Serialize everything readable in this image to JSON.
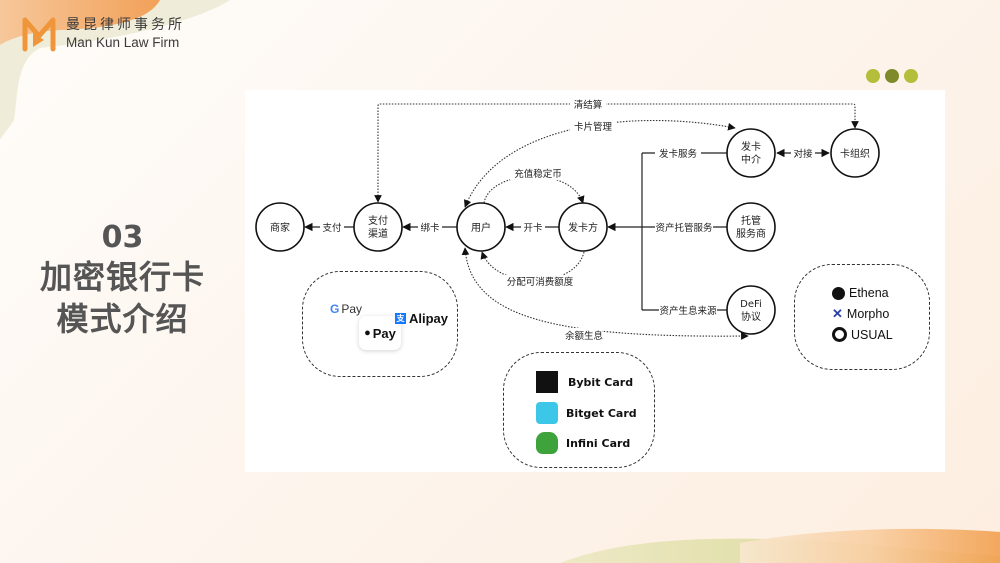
{
  "brand": {
    "name_cn": "曼昆律师事务所",
    "name_en": "Man Kun Law Firm",
    "logo_icon": "m-play-logo",
    "accent": "#f0963a"
  },
  "decor": {
    "dots": [
      "#b5be3b",
      "#7f8a2a",
      "#b5be3b"
    ]
  },
  "section": {
    "number": "03",
    "title_line1": "加密银行卡",
    "title_line2": "模式介绍"
  },
  "diagram": {
    "nodes": {
      "merchant": [
        "商家"
      ],
      "payment_channel": [
        "支付",
        "渠道"
      ],
      "user": [
        "用户"
      ],
      "issuer": [
        "发卡方"
      ],
      "issuing_intermediary": [
        "发卡",
        "中介"
      ],
      "card_org": [
        "卡组织"
      ],
      "custodian": [
        "托管",
        "服务商"
      ],
      "defi": [
        "DeFi",
        "协议"
      ]
    },
    "edges": {
      "pay": "支付",
      "bind_card": "绑卡",
      "open_card": "开卡",
      "clearing": "清结算",
      "card_management": "卡片管理",
      "topup_stablecoin": "充值稳定币",
      "allocate_limit": "分配可消费额度",
      "issuing_service": "发卡服务",
      "custody_service": "资产托管服务",
      "yield_source": "资产生息来源",
      "docking": "对接",
      "balance_yield": "余额生息"
    },
    "payment_group": {
      "google_pay": "Pay",
      "apple_pay": "Pay",
      "alipay": "Alipay"
    },
    "card_group": [
      {
        "label": "Bybit Card",
        "icon": "bybit-card-icon",
        "color": "#111111"
      },
      {
        "label": "Bitget Card",
        "icon": "bitget-card-icon",
        "color": "#3cc6e8"
      },
      {
        "label": "Infini Card",
        "icon": "infini-card-icon",
        "color": "#3ea33a"
      }
    ],
    "defi_group": [
      {
        "label": "Ethena",
        "icon": "ethena-icon",
        "color": "#111111"
      },
      {
        "label": "Morpho",
        "icon": "morpho-icon",
        "color": "#2b3fa8"
      },
      {
        "label": "USUAL",
        "icon": "usual-icon",
        "color": "#111111"
      }
    ]
  }
}
